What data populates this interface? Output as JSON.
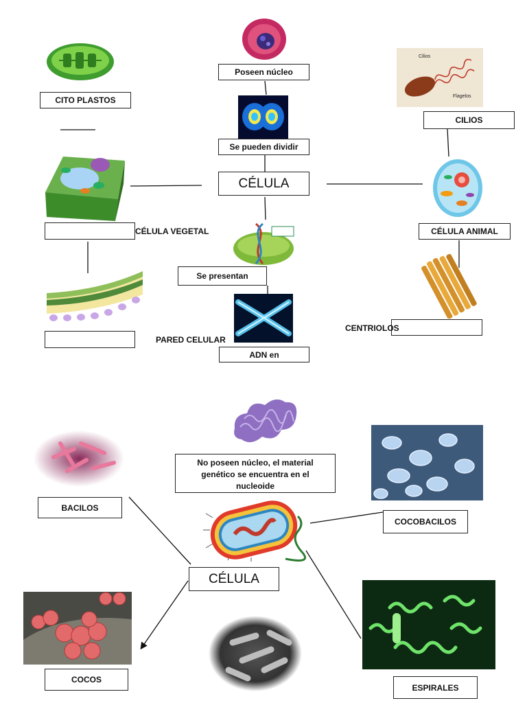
{
  "top": {
    "center": "CÉLULA",
    "poseen_nucleo": "Poseen núcleo",
    "se_pueden_dividir": "Se pueden dividir",
    "se_presentan": "Se presentan",
    "adn_en": "ADN en",
    "cito_plastos": "CITO PLASTOS",
    "cilios": "CILIOS",
    "celula_vegetal": "CÉLULA VEGETAL",
    "celula_animal": "CÉLULA ANIMAL",
    "pared_celular": "PARED CELULAR",
    "centriolos": "CENTRIOLOS",
    "cilios_img_label": "Cilios",
    "flagelos_img_label": "Flagelos"
  },
  "bottom": {
    "center": "CÉLULA",
    "no_nucleo": "No poseen núcleo, el material genético se encuentra en el nucleoide",
    "bacilos": "BACILOS",
    "cocobacilos": "COCOBACILOS",
    "cocos": "COCOS",
    "espirales": "ESPIRALES"
  }
}
